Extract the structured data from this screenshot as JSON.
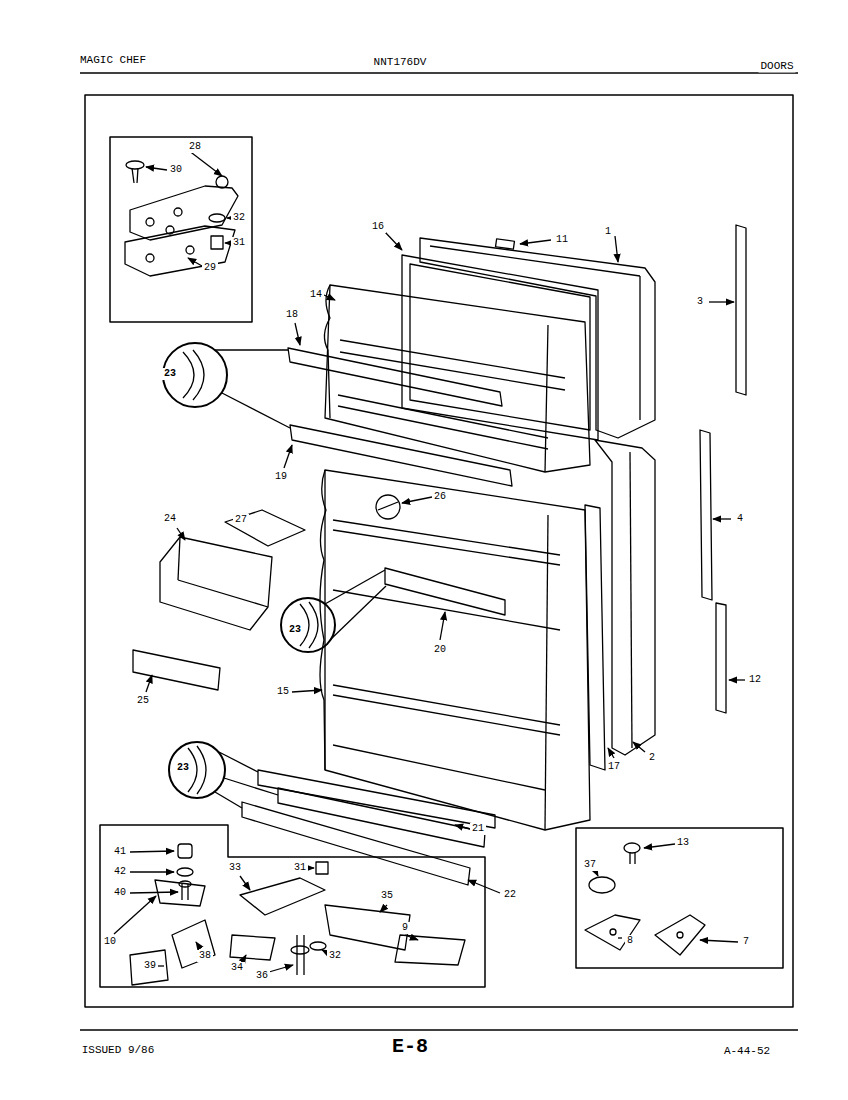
{
  "diagram": {
    "labels": [
      "MAGIC CHEF",
      "NNT176DV",
      "DOORS",
      "28",
      "30",
      "32",
      "31",
      "29",
      "16",
      "11",
      "1",
      "3",
      "14",
      "18",
      "23",
      "19",
      "26",
      "4",
      "27",
      "24",
      "23",
      "20",
      "12",
      "15",
      "25",
      "2",
      "17",
      "23",
      "21",
      "22",
      "41",
      "42",
      "40",
      "33",
      "31",
      "10",
      "38",
      "39",
      "35",
      "9",
      "34",
      "36",
      "32",
      "13",
      "37",
      "8",
      "7",
      "ISSUED 9/86",
      "E-8",
      "A-44-52"
    ]
  }
}
